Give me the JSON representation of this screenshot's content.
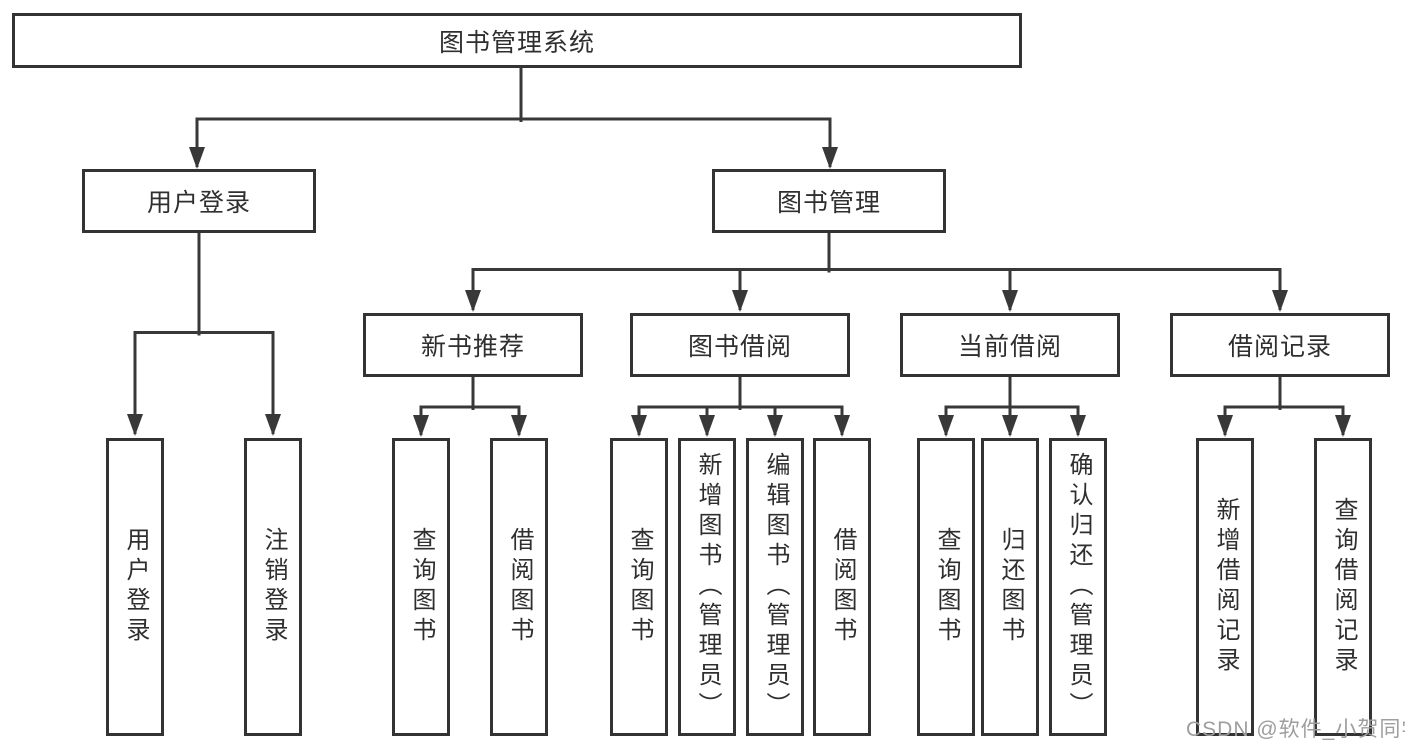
{
  "diagram_type": "hierarchy-flowchart",
  "colors": {
    "background": "#ffffff",
    "box_border": "#333333",
    "connector_line": "#383838",
    "text": "#2f2f2f",
    "watermark_text": "#9e9e9e"
  },
  "tree": {
    "label": "图书管理系统",
    "children": [
      {
        "label": "用户登录",
        "children": [
          {
            "label": "用户登录"
          },
          {
            "label": "注销登录"
          }
        ]
      },
      {
        "label": "图书管理",
        "children": [
          {
            "label": "新书推荐",
            "children": [
              {
                "label": "查询图书"
              },
              {
                "label": "借阅图书"
              }
            ]
          },
          {
            "label": "图书借阅",
            "children": [
              {
                "label": "查询图书"
              },
              {
                "label": "新增图书（管理员）"
              },
              {
                "label": "编辑图书（管理员）"
              },
              {
                "label": "借阅图书"
              }
            ]
          },
          {
            "label": "当前借阅",
            "children": [
              {
                "label": "查询图书"
              },
              {
                "label": "归还图书"
              },
              {
                "label": "确认归还（管理员）"
              }
            ]
          },
          {
            "label": "借阅记录",
            "children": [
              {
                "label": "新增借阅记录"
              },
              {
                "label": "查询借阅记录"
              }
            ]
          }
        ]
      }
    ]
  },
  "watermark": {
    "text": "CSDN @软件_小贺同学"
  }
}
